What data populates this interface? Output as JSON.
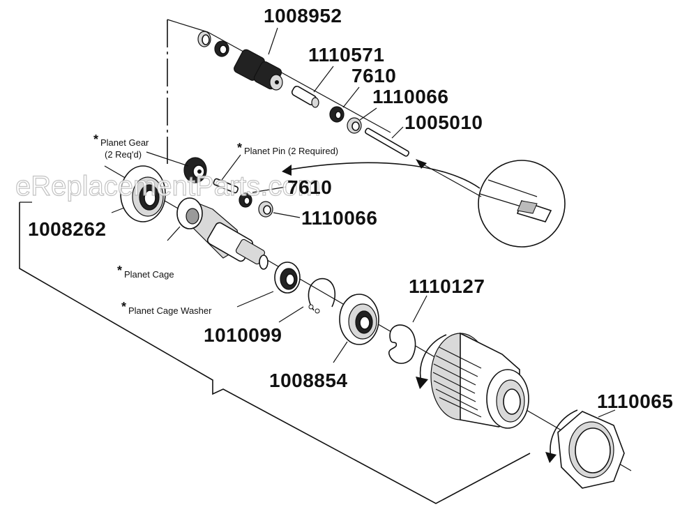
{
  "watermark": "eReplacementParts.com",
  "parts": {
    "p1008952": "1008952",
    "p1110571": "1110571",
    "p7610_top": "7610",
    "p1110066_top": "1110066",
    "p1005010": "1005010",
    "p7610_mid": "7610",
    "p1110066_mid": "1110066",
    "p1008262": "1008262",
    "p1010099": "1010099",
    "p1008854": "1008854",
    "p1110127": "1110127",
    "p1110065": "1110065"
  },
  "notes": {
    "planet_gear": "Planet Gear",
    "planet_gear_qty": "(2 Req'd)",
    "planet_pin": "Planet Pin (2 Required)",
    "planet_cage": "Planet Cage",
    "planet_cage_washer": "Planet Cage Washer",
    "star": "*"
  }
}
